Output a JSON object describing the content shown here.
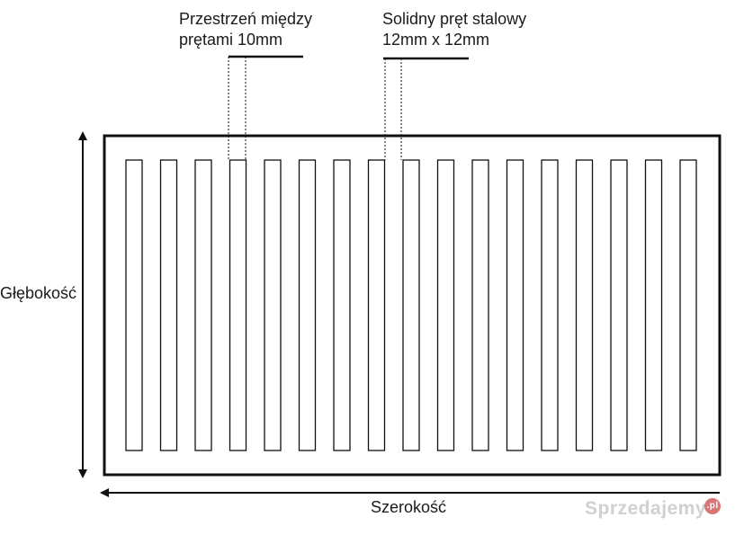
{
  "labels": {
    "spacing_line1": "Przestrzeń między",
    "spacing_line2": "prętami 10mm",
    "bar_line1": "Solidny pręt stalowy",
    "bar_line2": "12mm x 12mm",
    "depth": "Głębokość",
    "width": "Szerokość"
  },
  "grate": {
    "bar_count": 17
  },
  "watermark": {
    "text": "Sprzedajemy",
    "tld": ".pl"
  }
}
